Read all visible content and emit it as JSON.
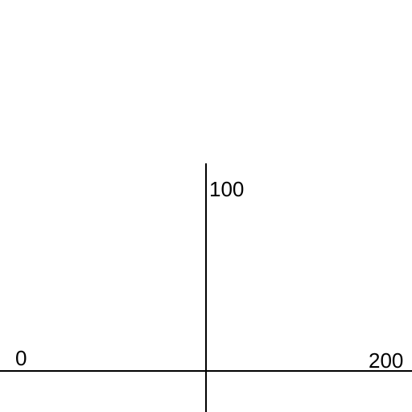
{
  "labels": {
    "vertical_top": "100",
    "horizontal_left": "0",
    "horizontal_right": "200"
  },
  "colors": {
    "line": "#000000",
    "text": "#000000",
    "background": "#ffffff"
  }
}
